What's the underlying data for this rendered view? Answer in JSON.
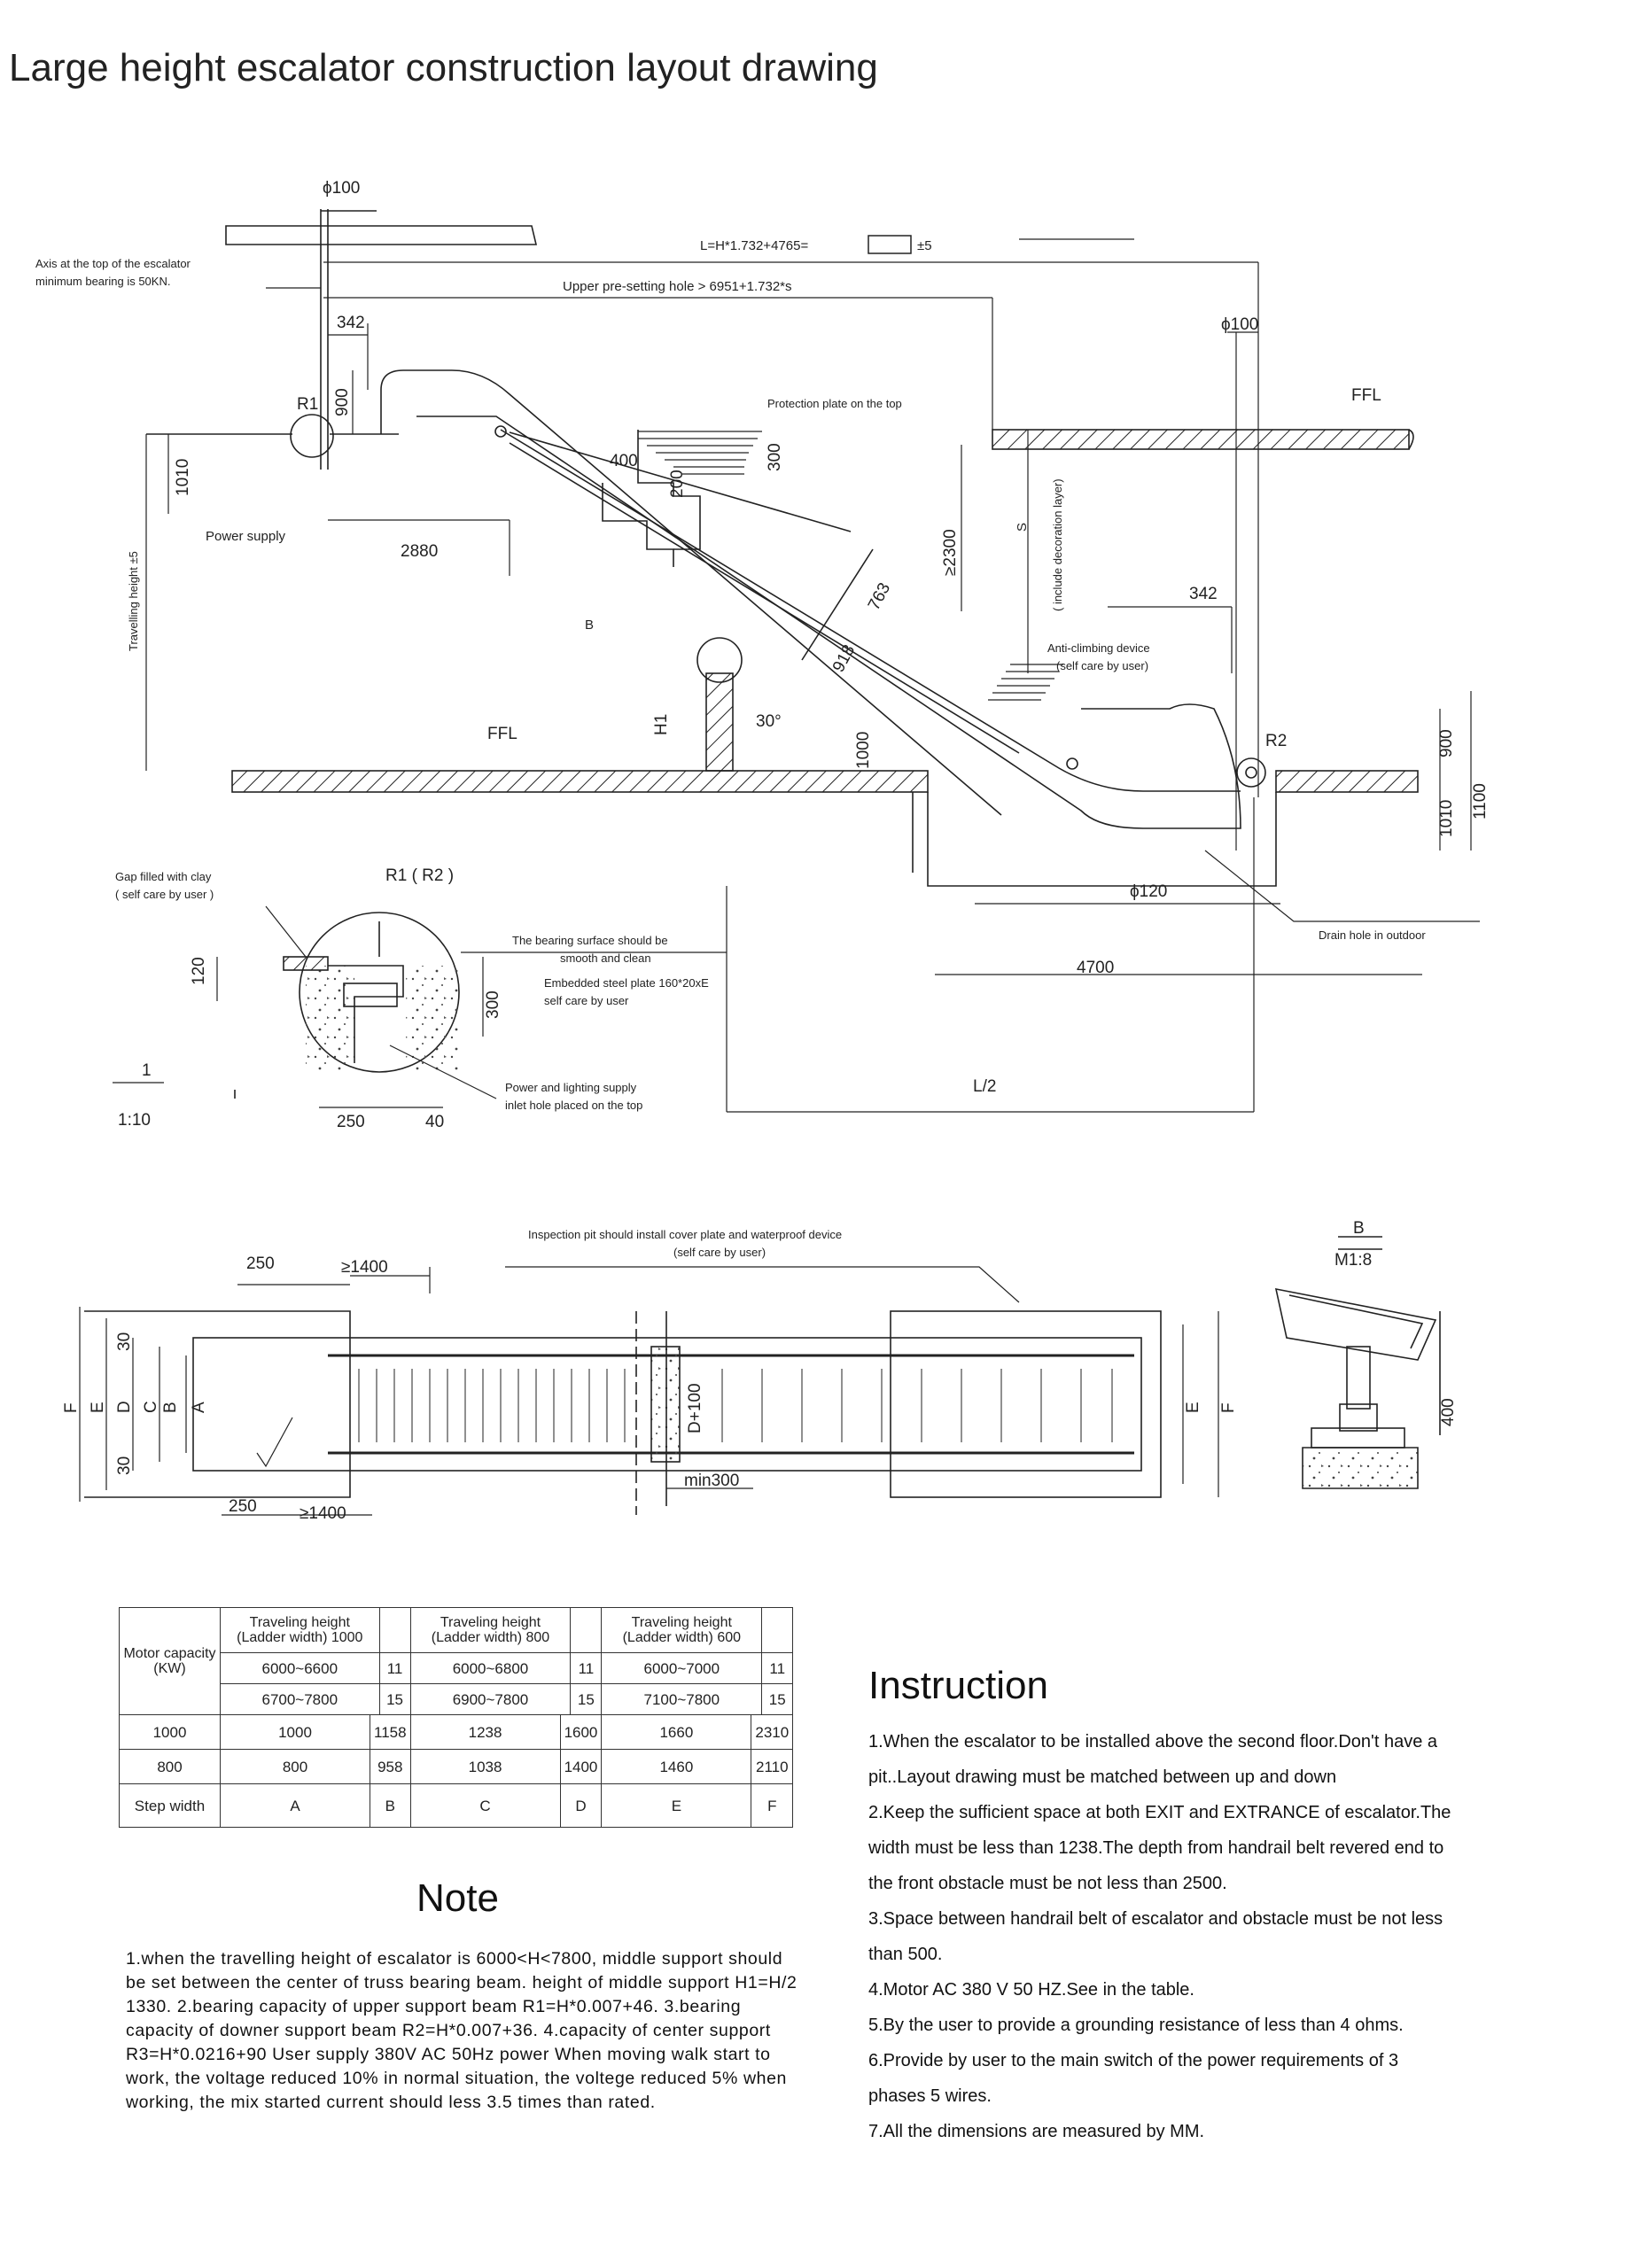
{
  "page": {
    "title": "Large height escalator construction layout drawing"
  },
  "elevation": {
    "phi100_top": "ϕ100",
    "axis_note_1": "Axis at the top of the escalator",
    "axis_note_2": "minimum bearing is 50KN.",
    "length_formula": "L=H*1.732+4765=",
    "length_tol": "±5",
    "upper_hole": "Upper pre-setting hole > 6951+1.732*s",
    "d342_left": "342",
    "r1": "R1",
    "d900_left": "900",
    "d1010_left": "1010",
    "travel_height": "Travelling height ±5",
    "power_supply": "Power supply",
    "d2880": "2880",
    "d400": "400",
    "d200": "200",
    "d300": "300",
    "protection_plate": "Protection plate on the top",
    "d2300": "≥2300",
    "s": "S",
    "decoration": "( include decoration layer)",
    "phi100_right": "ϕ100",
    "ffl_right": "FFL",
    "b_marker": "B",
    "d763": "763",
    "d918": "918",
    "h1": "H1",
    "angle": "30°",
    "ffl_left": "FFL",
    "d1000": "1000",
    "d342_right": "342",
    "anti_climb_1": "Anti-climbing device",
    "anti_climb_2": "(self care by user)",
    "r2": "R2",
    "d900_right": "900",
    "d1010_right": "1010",
    "d1100": "1100",
    "phi120": "ϕ120",
    "drain": "Drain hole in outdoor",
    "d4700": "4700",
    "l_half": "L/2"
  },
  "detail": {
    "gap_1": "Gap filled with clay",
    "gap_2": "( self care by user )",
    "r1r2": "R1 ( R2 )",
    "d120": "120",
    "d300": "300",
    "scale_num": "1",
    "scale": "1:10",
    "d250": "250",
    "d40": "40",
    "bearing_1": "The bearing surface should be",
    "bearing_2": "smooth and clean",
    "plate_1": "Embedded steel plate 160*20xE",
    "plate_2": "self care by user",
    "power_1": "Power and lighting supply",
    "power_2": "inlet hole placed on the top"
  },
  "plan": {
    "d250_top": "250",
    "d1400_top": "≥1400",
    "pit_1": "Inspection pit should install cover plate and waterproof device",
    "pit_2": "(self care by user)",
    "d250_bot": "250",
    "d1400_bot": "≥1400",
    "min300": "min300",
    "d100": "D+100",
    "f": "F",
    "e": "E",
    "d": "D",
    "c": "C",
    "b": "B",
    "a": "A",
    "d30a": "30",
    "d30b": "30",
    "e_right": "E",
    "f_right": "F"
  },
  "detail_b": {
    "label": "B",
    "scale": "M1:8",
    "d400": "400"
  },
  "table": {
    "motor": "Motor capacity (KW)",
    "h1000": "Traveling height (Ladder width) 1000",
    "h800": "Traveling height (Ladder width) 800",
    "h600": "Traveling height (Ladder width) 600",
    "r1": [
      "6000~6600",
      "11",
      "6000~6800",
      "11",
      "6000~7000",
      "11"
    ],
    "r2": [
      "6700~7800",
      "15",
      "6900~7800",
      "15",
      "7100~7800",
      "15"
    ],
    "r3": [
      "1000",
      "1000",
      "1158",
      "1238",
      "1600",
      "1660",
      "2310"
    ],
    "r4": [
      "800",
      "800",
      "958",
      "1038",
      "1400",
      "1460",
      "2110"
    ],
    "r5": [
      "Step width",
      "A",
      "B",
      "C",
      "D",
      "E",
      "F"
    ]
  },
  "note": {
    "title": "Note",
    "body": "1.when the travelling height of escalator is 6000<H<7800, middle support should be set between the center of truss bearing beam. height of middle support H1=H/2 1330. 2.bearing capacity of upper support beam R1=H*0.007+46. 3.bearing capacity of downer support beam R2=H*0.007+36. 4.capacity of center support R3=H*0.0216+90 User supply 380V AC 50Hz power When moving walk start to work, the voltage reduced 10% in normal situation, the voltege reduced 5% when working, the mix started current should less 3.5 times than rated."
  },
  "instruction": {
    "title": "Instruction",
    "lines": [
      "1.When the escalator to be installed above the second floor.Don't have a",
      "pit..Layout drawing must be matched between up and down",
      "2.Keep the sufficient space at both EXIT and EXTRANCE of escalator.The",
      "width must be less than 1238.The depth from handrail belt revered end to",
      "the front obstacle must be not less than 2500.",
      "3.Space between handrail belt of escalator and obstacle must be not less",
      "than 500.",
      "4.Motor AC 380 V 50 HZ.See in the table.",
      "5.By the user to provide a grounding resistance of less than 4 ohms.",
      "6.Provide by user to the main switch of the power requirements of 3",
      "phases 5 wires.",
      "7.All the dimensions are measured by MM."
    ]
  }
}
